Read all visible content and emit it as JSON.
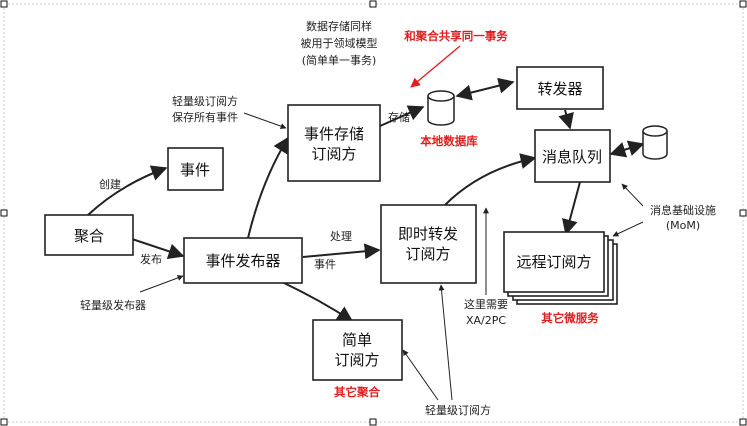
{
  "nodes": {
    "aggregate": "聚合",
    "event": "事件",
    "event_publisher": "事件发布器",
    "event_store_sub_line1": "事件存储",
    "event_store_sub_line2": "订阅方",
    "instant_forward_line1": "即时转发",
    "instant_forward_line2": "订阅方",
    "simple_sub_line1": "简单",
    "simple_sub_line2": "订阅方",
    "forwarder": "转发器",
    "message_queue": "消息队列",
    "remote_sub": "远程订阅方"
  },
  "labels": {
    "create": "创建",
    "publish": "发布",
    "light_publisher": "轻量级发布器",
    "light_sub_saves_line1": "轻量级订阅方",
    "light_sub_saves_line2": "保存所有事件",
    "data_store_line1": "数据存储同样",
    "data_store_line2": "被用于领域模型",
    "data_store_line3": "(简单单一事务)",
    "store": "存储",
    "process": "处理",
    "event_word": "事件",
    "needs_line1": "这里需要",
    "needs_line2": "XA/2PC",
    "mom_line1": "消息基础设施",
    "mom_line2": "(MoM)",
    "light_sub_bottom": "轻量级订阅方"
  },
  "red_labels": {
    "same_transaction": "和聚合共享同一事务",
    "local_db": "本地数据库",
    "other_microservices": "其它微服务",
    "other_aggregates": "其它聚合"
  },
  "colors": {
    "accent_red": "#e02020",
    "line": "#222222"
  }
}
